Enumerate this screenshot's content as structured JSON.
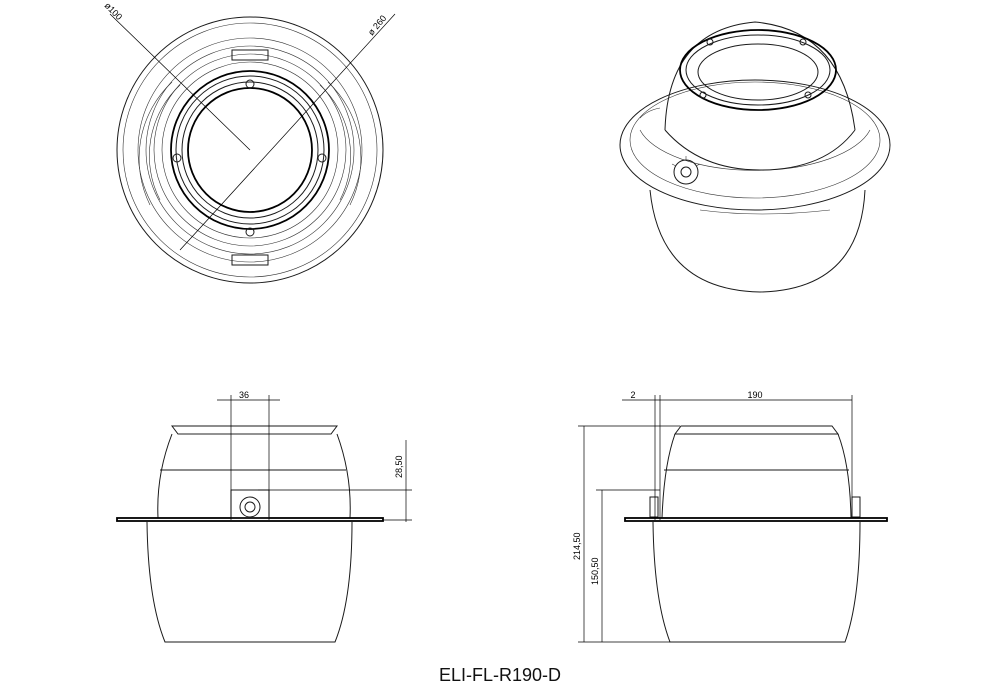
{
  "drawing": {
    "model_code": "ELI-FL-R190-D",
    "top_view": {
      "dim_inner": "ø100",
      "dim_outer": "ø 260"
    },
    "front_view": {
      "dim_width": "36",
      "dim_height": "28,50"
    },
    "side_view": {
      "dim_gap": "2",
      "dim_width": "190",
      "dim_total_height": "214,50",
      "dim_lower_height": "150,50"
    }
  }
}
